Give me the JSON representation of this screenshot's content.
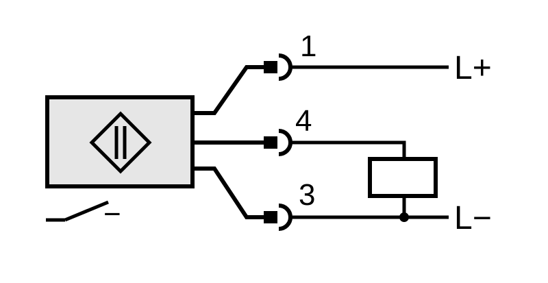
{
  "colors": {
    "stroke": "#000000",
    "sensor_fill": "#e6e6e6",
    "background": "#ffffff"
  },
  "pins": {
    "pin1": "1",
    "pin4": "4",
    "pin3": "3"
  },
  "terminals": {
    "positive": "L+",
    "negative": "L−"
  },
  "switch_mark": "−",
  "icons": {
    "sensor": "inductive-sensor-symbol-icon",
    "switch": "normally-open-switch-icon",
    "load": "load-resistor-icon"
  }
}
